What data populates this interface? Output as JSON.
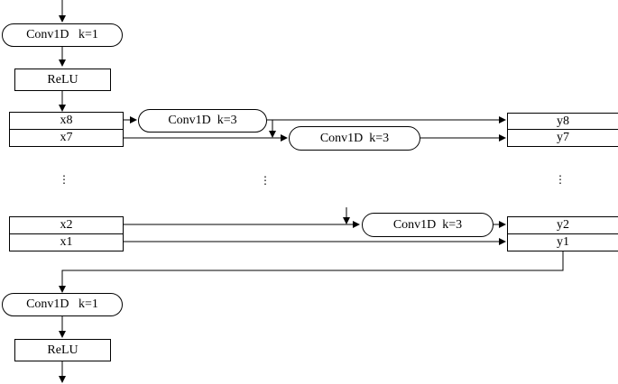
{
  "top": {
    "conv_label": "Conv1D   k=1",
    "relu_label": "ReLU"
  },
  "inputs": {
    "x8": "x8",
    "x7": "x7",
    "x2": "x2",
    "x1": "x1"
  },
  "outputs": {
    "y8": "y8",
    "y7": "y7",
    "y2": "y2",
    "y1": "y1"
  },
  "convs": {
    "conv_a": "Conv1D  k=3",
    "conv_b": "Conv1D  k=3",
    "conv_c": "Conv1D  k=3"
  },
  "ellipsis": "⋮",
  "bottom": {
    "conv_label": "Conv1D   k=1",
    "relu_label": "ReLU"
  }
}
